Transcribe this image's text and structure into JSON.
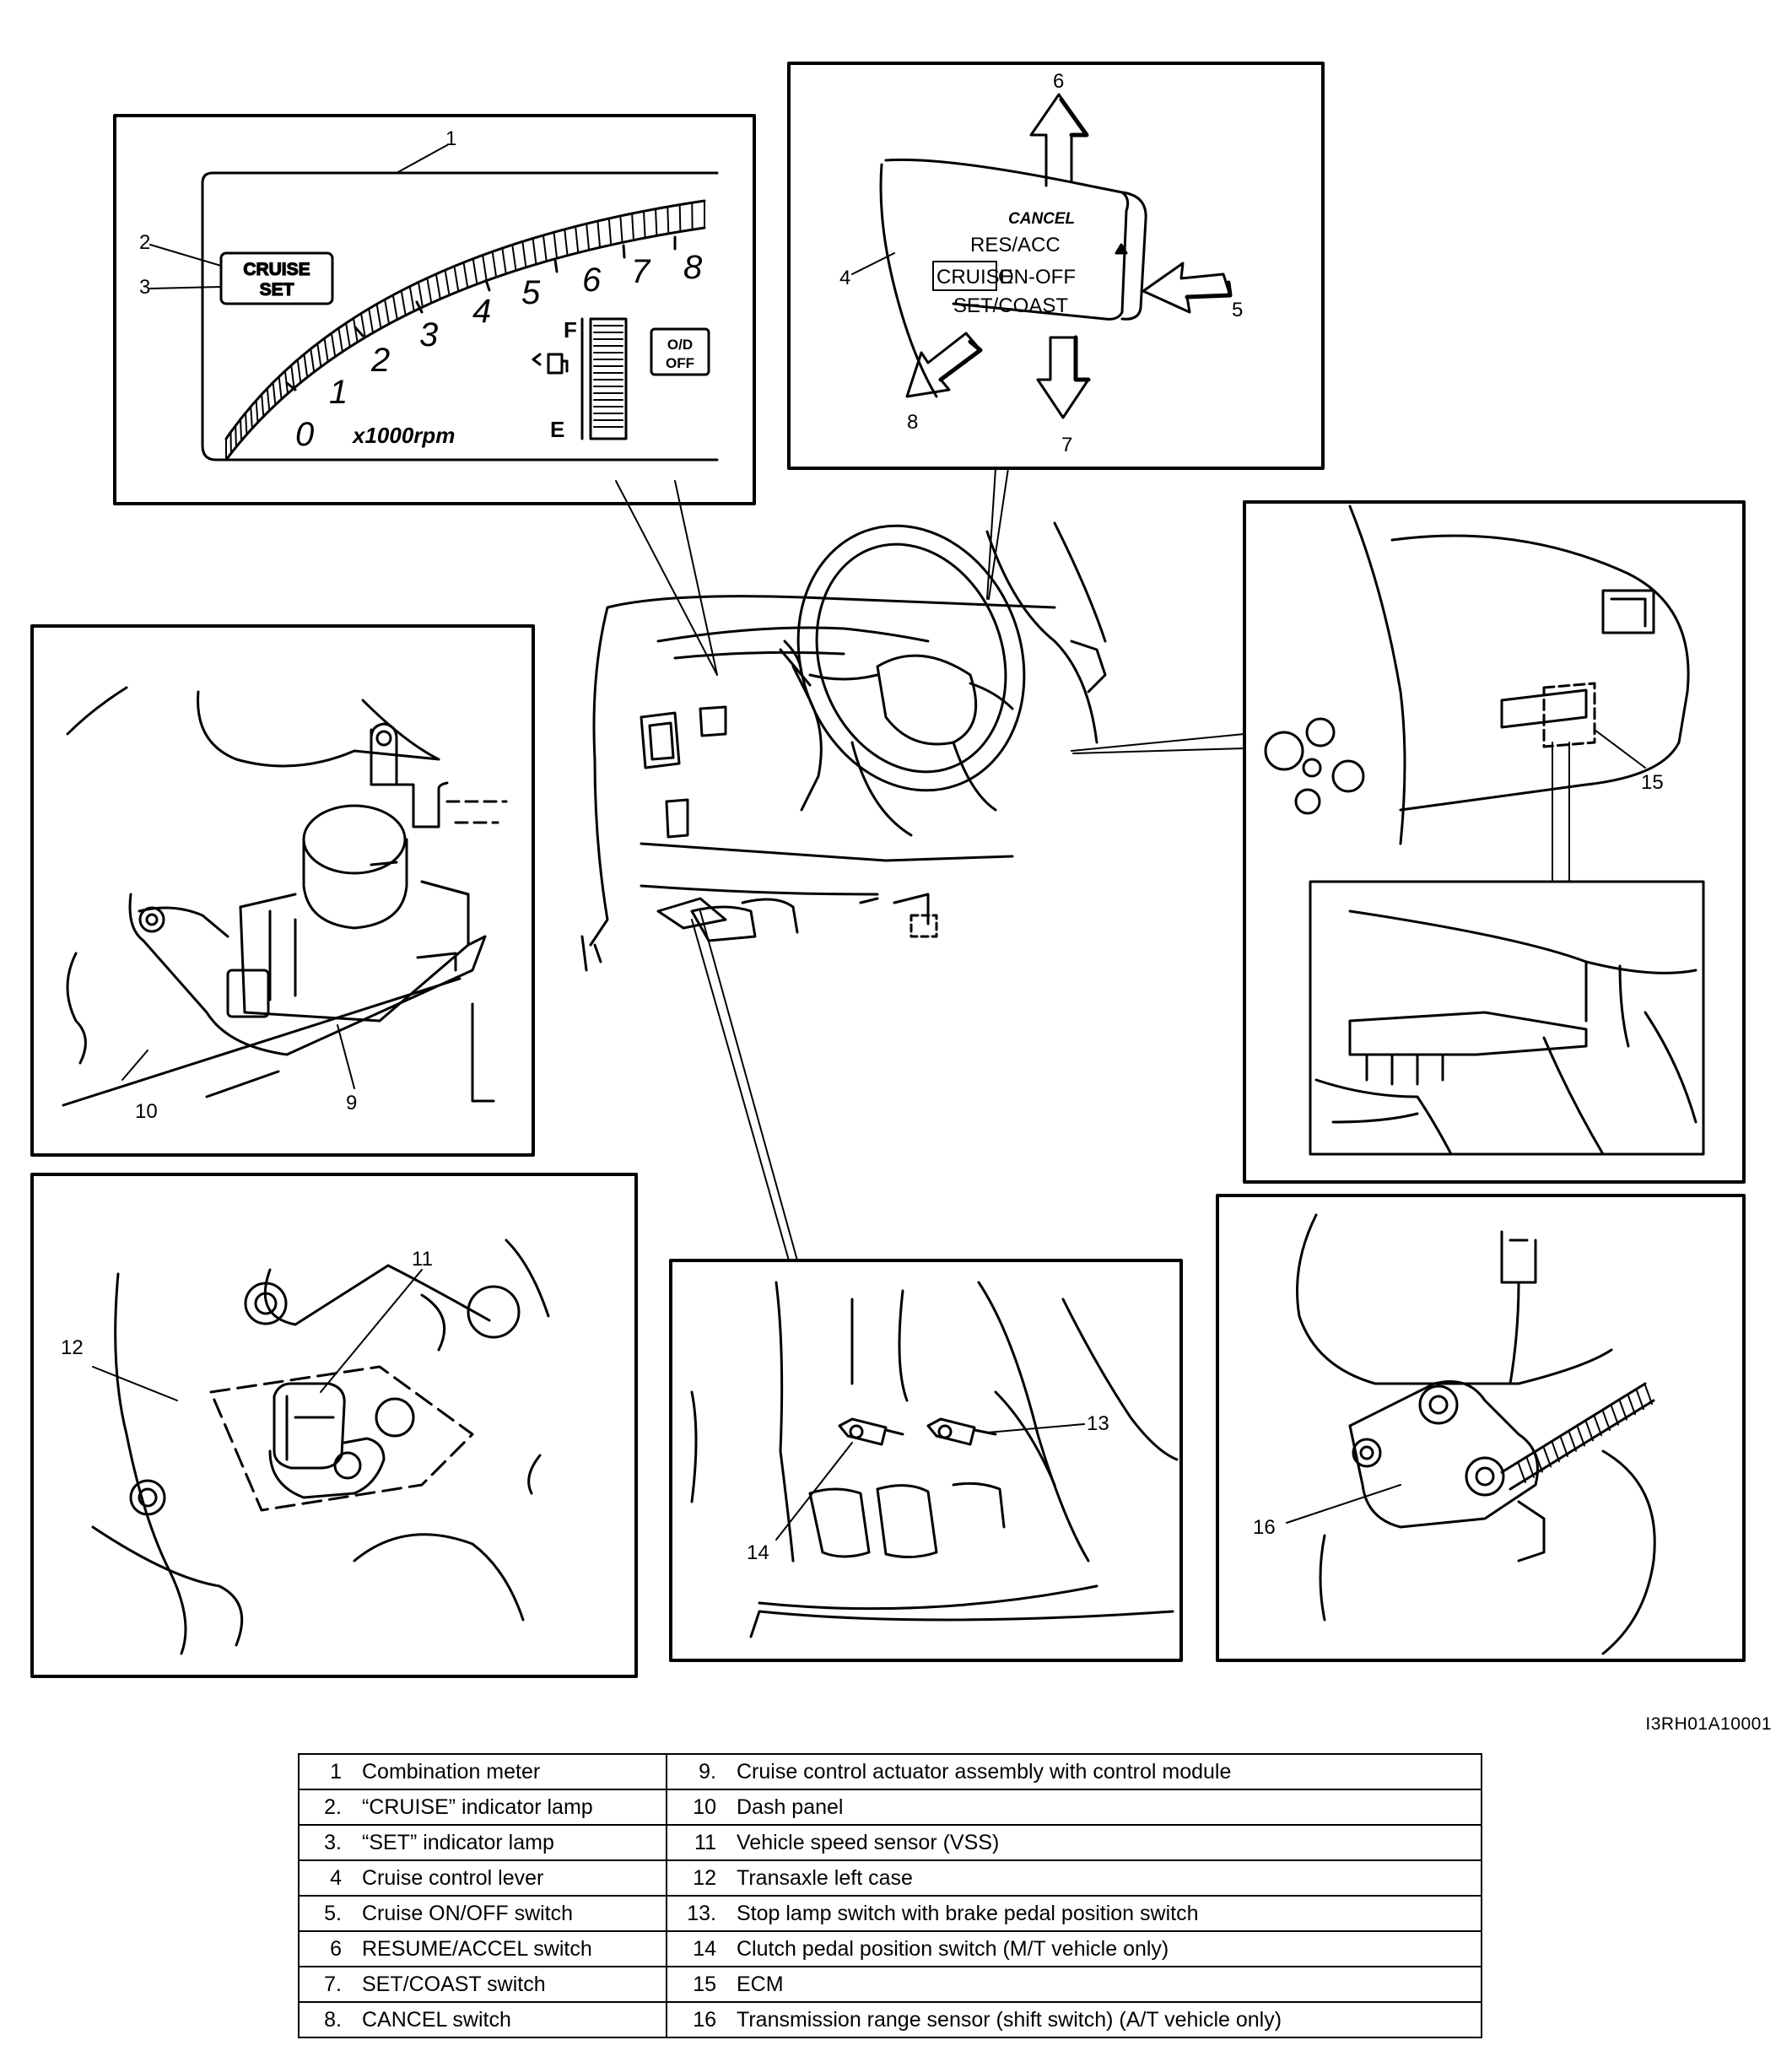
{
  "figure_code": "I3RH01A10001",
  "callouts": [
    "1",
    "2",
    "3",
    "4",
    "5",
    "6",
    "7",
    "8",
    "9",
    "10",
    "11",
    "12",
    "13",
    "14",
    "15",
    "16"
  ],
  "meter": {
    "cruise_label": "CRUISE",
    "set_label": "SET",
    "od_label_top": "O/D",
    "od_label_bottom": "OFF",
    "rpm_unit": "x1000rpm",
    "fuel_full": "F",
    "fuel_empty": "E",
    "rpm_ticks": [
      "0",
      "1",
      "2",
      "3",
      "4",
      "5",
      "6",
      "7",
      "8"
    ]
  },
  "lever": {
    "cancel": "CANCEL",
    "res_acc": "RES/ACC",
    "cruise": "CRUISE",
    "on_off": "ON-OFF",
    "set_coast": "SET/COAST"
  },
  "legend": {
    "left": [
      {
        "num": "1",
        "label": "Combination meter"
      },
      {
        "num": "2.",
        "label": "“CRUISE” indicator lamp"
      },
      {
        "num": "3.",
        "label": "“SET” indicator lamp"
      },
      {
        "num": "4",
        "label": "Cruise control lever"
      },
      {
        "num": "5.",
        "label": "Cruise ON/OFF switch"
      },
      {
        "num": "6",
        "label": "RESUME/ACCEL switch"
      },
      {
        "num": "7.",
        "label": "SET/COAST switch"
      },
      {
        "num": "8.",
        "label": "CANCEL switch"
      }
    ],
    "right": [
      {
        "num": "9.",
        "label": "Cruise control actuator assembly with control module"
      },
      {
        "num": "10",
        "label": "Dash panel"
      },
      {
        "num": "11",
        "label": "Vehicle speed sensor (VSS)"
      },
      {
        "num": "12",
        "label": "Transaxle left case"
      },
      {
        "num": "13.",
        "label": "Stop lamp switch with brake pedal position switch"
      },
      {
        "num": "14",
        "label": "Clutch pedal position switch (M/T vehicle only)"
      },
      {
        "num": "15",
        "label": "ECM"
      },
      {
        "num": "16",
        "label": "Transmission range sensor (shift switch) (A/T vehicle only)"
      }
    ]
  }
}
